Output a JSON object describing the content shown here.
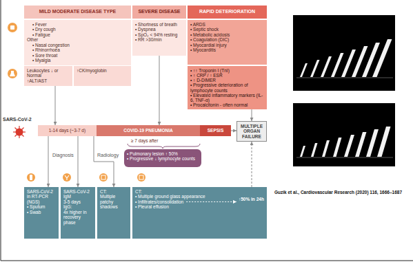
{
  "diagram": {
    "nodes": [
      {
        "text": [
          "MILD MODERATE DISEASE TYPE"
        ]
      },
      {
        "text": [
          "SEVERE DISEASE"
        ]
      },
      {
        "text": [
          "RAPID DETERIORATION"
        ]
      },
      {
        "text": [
          "• Fever",
          "• Dry cough",
          "• Fatigue",
          "Other",
          "• Nasal congestion",
          "• Rhinorrhoea",
          "• Sore throat",
          "• Myalgia"
        ]
      },
      {
        "text": [
          "• Shortness of breath",
          "• Dyspnea",
          "• SpO₂ < 94% resting",
          "• RR >30/min"
        ]
      },
      {
        "text": [
          "• ARDS",
          "• Septic shock",
          "• Metabolic acidosis",
          "• Coagulation (DIC)",
          "• Myocardial injury",
          "• Myocarditis"
        ]
      },
      {
        "text": [
          "Leukocytes ↓ or Normal",
          "↑ALT/AST"
        ]
      },
      {
        "text": [
          "↑CK/myoglobin"
        ]
      },
      {
        "text": [
          "• ↑↑ Troponin I (TnI)",
          "• ↑ CRP / ↑ ESR",
          "• ↑ D-DIMER",
          "• Progressive deterioration of lymphocyte counts",
          "• Elevated inflammatory markers (IL-6, TNF-α)",
          "• Procalcitonin - often normal"
        ]
      },
      {
        "text": [
          "1-14 days (~3-7 d)"
        ]
      },
      {
        "text": [
          "COVID-19 PNEUMONIA"
        ]
      },
      {
        "text": [
          "SEPSIS"
        ]
      },
      {
        "text": [
          "MULTIPLE ORGAN FAILURE"
        ]
      },
      {
        "text": [
          "• Pulmonary lesion ↑ 50%",
          "• Progressive ↓ lymphocyte counts"
        ]
      },
      {
        "text": [
          "SARS-CoV-2 in RT-PCR (NGS)",
          "• Sputum",
          "• Swab"
        ]
      },
      {
        "text": [
          "SARS-CoV-2 IgM",
          "3-5 days",
          "IgG:",
          "4x higher in recovery phase"
        ]
      },
      {
        "text": [
          "CT:",
          "Multiple patchy shadows"
        ]
      },
      {
        "text": [
          "CT:",
          "• Multiple ground glass appearance",
          "• Infiltrates/consolidation",
          "• Pleural effusion",
          "↑50% in 24h"
        ]
      }
    ],
    "edges": [
      {
        "from": 4,
        "to": 10,
        "arrow": "to"
      },
      {
        "from": 6,
        "to": 9,
        "arrow": "to"
      },
      {
        "from": 8,
        "to": 12,
        "arrow": "to"
      },
      {
        "from": 11,
        "to": 12,
        "arrow": "to"
      },
      {
        "from": 9,
        "to": 14,
        "arrow": "to"
      },
      {
        "from": 9,
        "to": 15,
        "arrow": "to"
      },
      {
        "from": 9,
        "to": 16,
        "arrow": "to"
      },
      {
        "from": 17,
        "to": 12,
        "arrow": "to"
      }
    ],
    "labels": [
      "SARS-CoV-2",
      "Diagnosis",
      "Radiology",
      "≥ 7 days after",
      "Guzik et al., Cardiovascular Research (2020) 116, 1666–1687"
    ]
  }
}
